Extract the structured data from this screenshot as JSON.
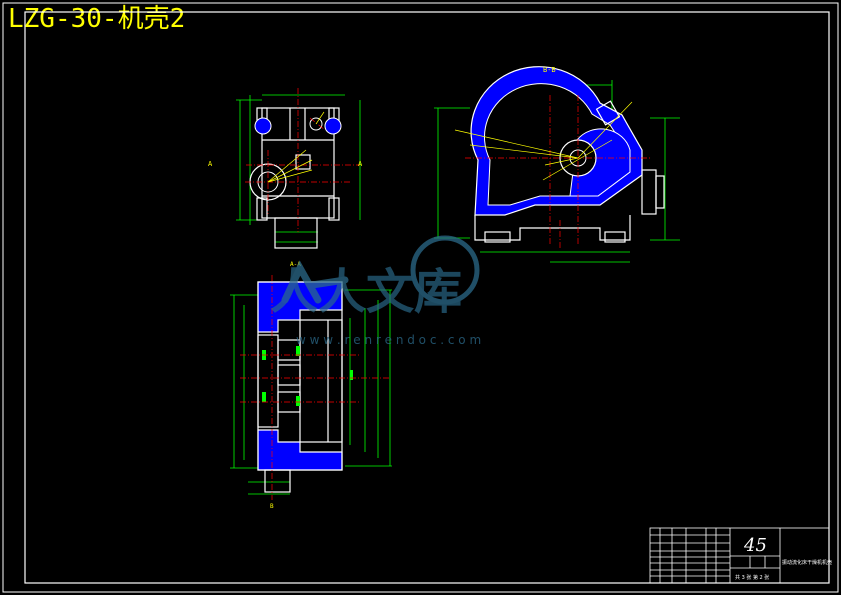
{
  "title": "LZG-30-机壳2",
  "views": {
    "side_label": "A",
    "section_label": "B-B",
    "plan_label": "A-A",
    "plan_bottom_label": "B"
  },
  "title_block": {
    "number": "45",
    "name": "振动流化床干燥机机壳",
    "sheet": "共 3 张  第 2 张"
  },
  "watermark": {
    "text": "人人文库",
    "url": "w w w . r e n r e n d o c . c o m"
  },
  "colors": {
    "background": "#000000",
    "outline": "#ffffff",
    "title": "#ffff00",
    "dimension": "#00ff00",
    "hatch": "#0000ff",
    "centerline": "#ff0000",
    "label": "#ffff00",
    "watermark": "#2b6a8a"
  }
}
